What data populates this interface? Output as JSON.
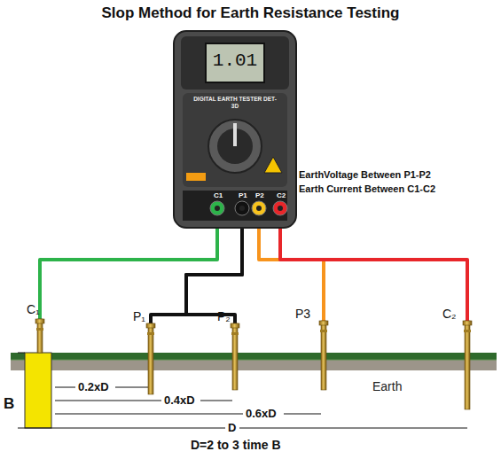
{
  "diagram": {
    "title": "Slop Method for Earth Resistance Testing",
    "nodes": [
      {
        "text": [
          "1.01",
          "DIGITAL EARTH TESTER DET-3D"
        ]
      },
      {
        "text": [
          "C₁"
        ]
      },
      {
        "text": [
          "P₁"
        ]
      },
      {
        "text": [
          "P₂"
        ]
      },
      {
        "text": [
          "P3"
        ]
      },
      {
        "text": [
          "C₂"
        ]
      }
    ],
    "edges": [
      {
        "from": 0,
        "to": 1,
        "arrow": "none"
      },
      {
        "from": 0,
        "to": 2,
        "arrow": "none"
      },
      {
        "from": 0,
        "to": 3,
        "arrow": "none"
      },
      {
        "from": 0,
        "to": 4,
        "arrow": "none"
      },
      {
        "from": 0,
        "to": 5,
        "arrow": "none"
      }
    ],
    "labels": [
      "EarthVoltage Between P1-P2",
      "Earth Current Between C1-C2",
      "C1",
      "P1",
      "P2",
      "C2",
      "Earth",
      "B",
      "0.2xD",
      "0.4xD",
      "0.6xD",
      "D",
      "D=2 to 3 time B"
    ]
  }
}
